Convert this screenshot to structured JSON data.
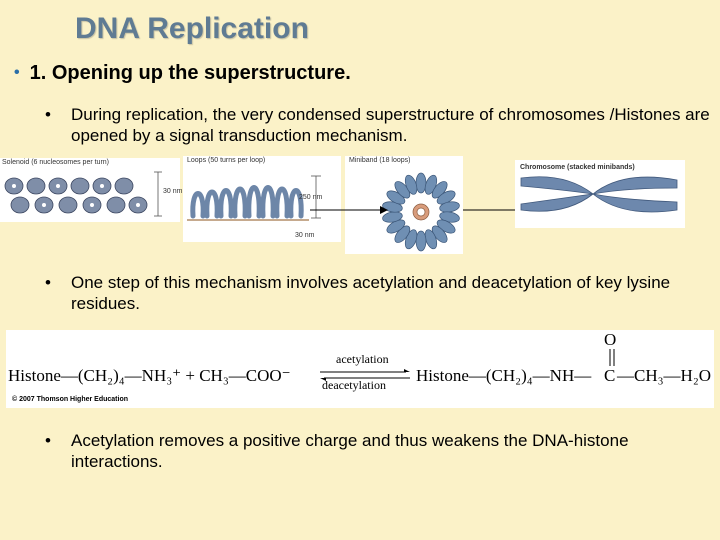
{
  "slide": {
    "title": "DNA Replication",
    "bullet1": "1. Opening up the superstructure.",
    "sub1": "During replication, the very condensed superstructure of chromosomes /Histones are opened by a signal transduction mechanism.",
    "sub2": "One step of this mechanism involves acetylation and deacetylation of key lysine residues.",
    "sub3": "Acetylation removes a positive charge and thus weakens the DNA-histone interactions."
  },
  "figure": {
    "solenoid_label": "Solenoid (6 nucleosomes per turn)",
    "solenoid_dim": "30 nm",
    "loops_label": "Loops (50 turns per loop)",
    "loops_dim": "250 nm",
    "loops_small_dim": "30 nm",
    "miniband_label": "Miniband (18 loops)",
    "chromosome_label": "Chromosome (stacked minibands)"
  },
  "equation": {
    "left": "Histone—(CH₂)₄—NH₃⁺ + CH₃—COO⁻",
    "forward": "acetylation",
    "reverse": "deacetylation",
    "right_a": "Histone—(CH₂)₄—NH—",
    "carbon": "C",
    "oxygen": "O",
    "right_b": "—CH₃—H₂O",
    "copyright": "© 2007 Thomson Higher Education"
  },
  "colors": {
    "background": "#fbf2c8",
    "title": "#5f7b93",
    "bullet": "#2b6fa8"
  }
}
